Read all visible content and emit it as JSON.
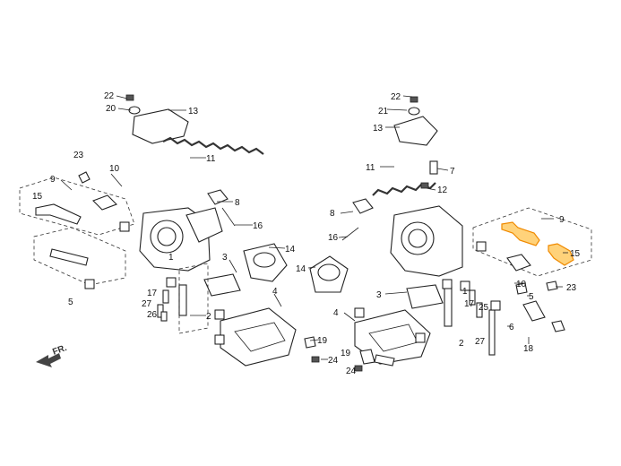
{
  "labels": {
    "front": "FR."
  },
  "callouts": [
    "22",
    "20",
    "13",
    "11",
    "23",
    "10",
    "9",
    "15",
    "8",
    "16",
    "14",
    "3",
    "4",
    "1",
    "5",
    "17",
    "27",
    "26",
    "2",
    "19",
    "24",
    "22",
    "21",
    "13",
    "11",
    "7",
    "12",
    "8",
    "16",
    "14",
    "3",
    "4",
    "19",
    "24",
    "9",
    "15",
    "23",
    "10",
    "5",
    "25",
    "17",
    "27",
    "6",
    "18",
    "2",
    "1"
  ]
}
